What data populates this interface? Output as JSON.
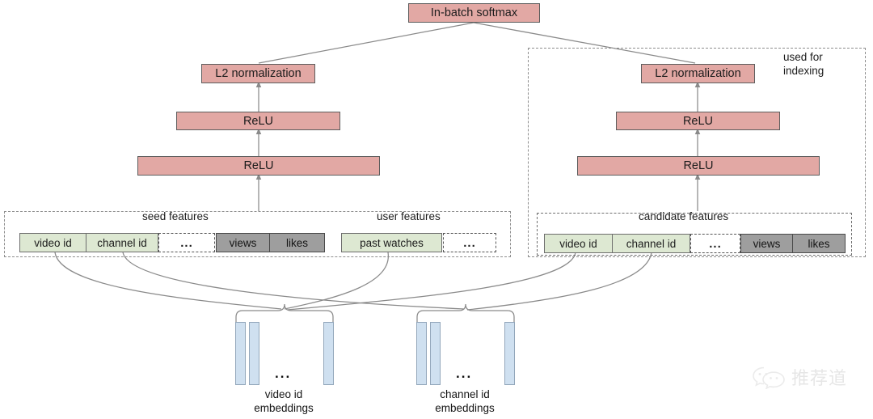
{
  "diagram": {
    "title_block": {
      "label": "In-batch softmax"
    },
    "left_tower": {
      "l2_label": "L2 normalization",
      "relu_upper_label": "ReLU",
      "relu_lower_label": "ReLU"
    },
    "right_tower": {
      "l2_label": "L2 normalization",
      "relu_upper_label": "ReLU",
      "relu_lower_label": "ReLU"
    },
    "indexing_note": {
      "line1": "used for",
      "line2": "indexing"
    },
    "groups": {
      "seed_features": "seed features",
      "user_features": "user features",
      "candidate_features": "candidate features"
    },
    "seed_chips": [
      {
        "label": "video id",
        "style": "green"
      },
      {
        "label": "channel id",
        "style": "green"
      },
      {
        "label": "...",
        "style": "dashed"
      },
      {
        "label": "views",
        "style": "gray"
      },
      {
        "label": "likes",
        "style": "gray"
      }
    ],
    "user_chips": [
      {
        "label": "past watches",
        "style": "green"
      },
      {
        "label": "...",
        "style": "dashed"
      }
    ],
    "candidate_chips": [
      {
        "label": "video id",
        "style": "green"
      },
      {
        "label": "channel id",
        "style": "green"
      },
      {
        "label": "...",
        "style": "dashed"
      },
      {
        "label": "views",
        "style": "gray"
      },
      {
        "label": "likes",
        "style": "gray"
      }
    ],
    "embeddings": [
      {
        "line1": "video id",
        "line2": "embeddings",
        "dots": "..."
      },
      {
        "line1": "channel  id",
        "line2": "embeddings",
        "dots": "..."
      }
    ],
    "watermark": {
      "text": "推荐道"
    },
    "colors": {
      "layer_block": "#e2a8a4",
      "feature_green": "#dde8d2",
      "feature_gray": "#9e9e9e",
      "embedding_bar": "#cfe0f0",
      "edge": "#8a8a8a",
      "frame_dash": "#8d8d8d"
    }
  }
}
